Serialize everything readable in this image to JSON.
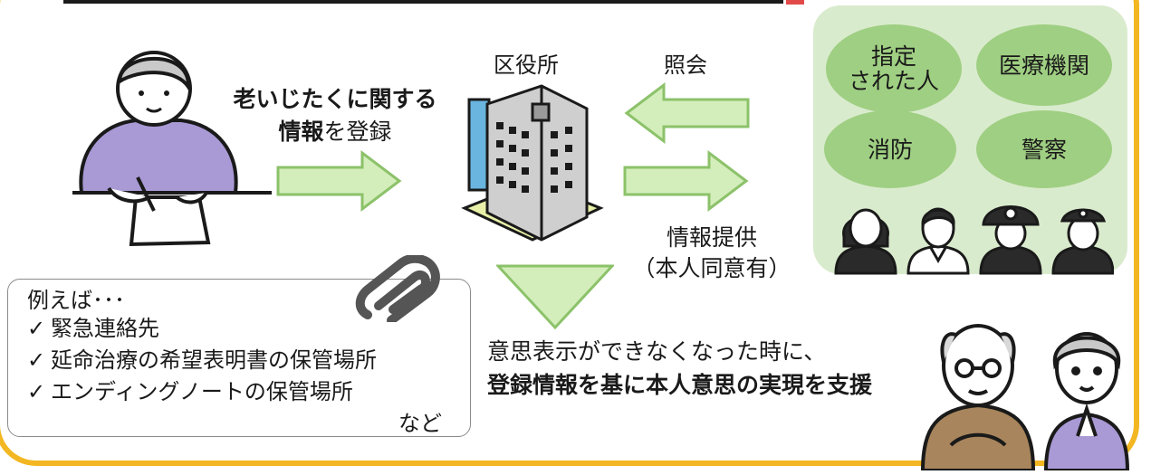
{
  "labels": {
    "ward_office": "区役所",
    "inquiry": "照会",
    "register_line1": "老いじたくに関する",
    "register_bold": "情報",
    "register_rest": "を登録",
    "info_line1": "情報提供",
    "info_line2": "（本人同意有）"
  },
  "agencies": {
    "designated_line1": "指定",
    "designated_line2": "された人",
    "medical": "医療機関",
    "fire": "消防",
    "police": "警察"
  },
  "examples": {
    "title": "例えば･･･",
    "check": "✓",
    "items": [
      "緊急連絡先",
      "延命治療の希望表明書の保管場所",
      "エンディングノートの保管場所"
    ],
    "etc": "など"
  },
  "support": {
    "line1": "意思表示ができなくなった時に、",
    "line2": "登録情報を基に本人意思の実現を支援"
  },
  "colors": {
    "frame": "#f2b722",
    "arrow_fill": "#d3eebb",
    "arrow_stroke": "#8cc26a",
    "panel": "#d9ebcd",
    "ellipse": "#9fcf82",
    "person_sweater": "#a99ad6",
    "elder_sweater": "#a8855c"
  }
}
